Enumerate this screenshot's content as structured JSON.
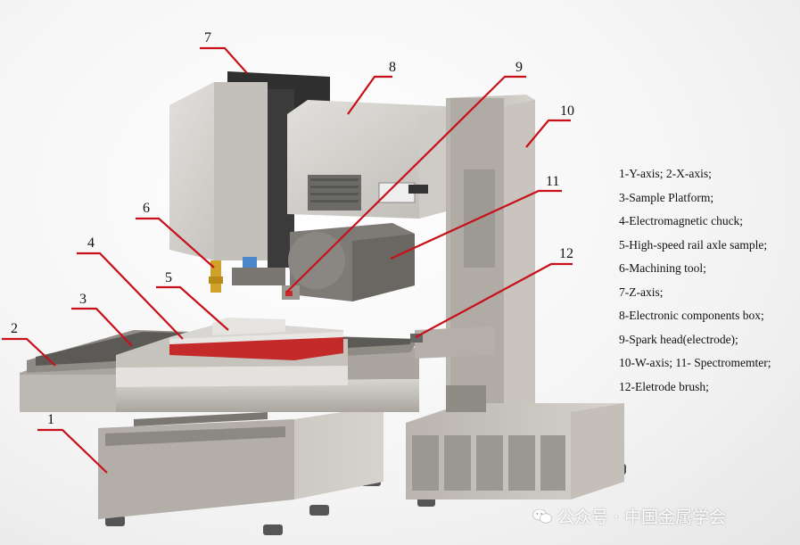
{
  "callouts": [
    "1",
    "2",
    "3",
    "4",
    "5",
    "6",
    "7",
    "8",
    "9",
    "10",
    "11",
    "12"
  ],
  "legend": [
    "1-Y-axis; 2-X-axis;",
    "3-Sample Platform;",
    "4-Electromagnetic chuck;",
    "5-High-speed rail axle sample;",
    "6-Machining tool;",
    "7-Z-axis;",
    "8-Electronic components box;",
    "9-Spark head(electrode);",
    "10-W-axis; 11- Spectromemter;",
    "12-Eletrode brush;"
  ],
  "watermark": {
    "text": "公众号 · 中国金属学会",
    "icon": "wechat-icon"
  },
  "colors": {
    "leader": "#c8101a",
    "chuck": "#c42a2a",
    "metal": "#c9c6c0",
    "dark": "#3a3a3a"
  }
}
